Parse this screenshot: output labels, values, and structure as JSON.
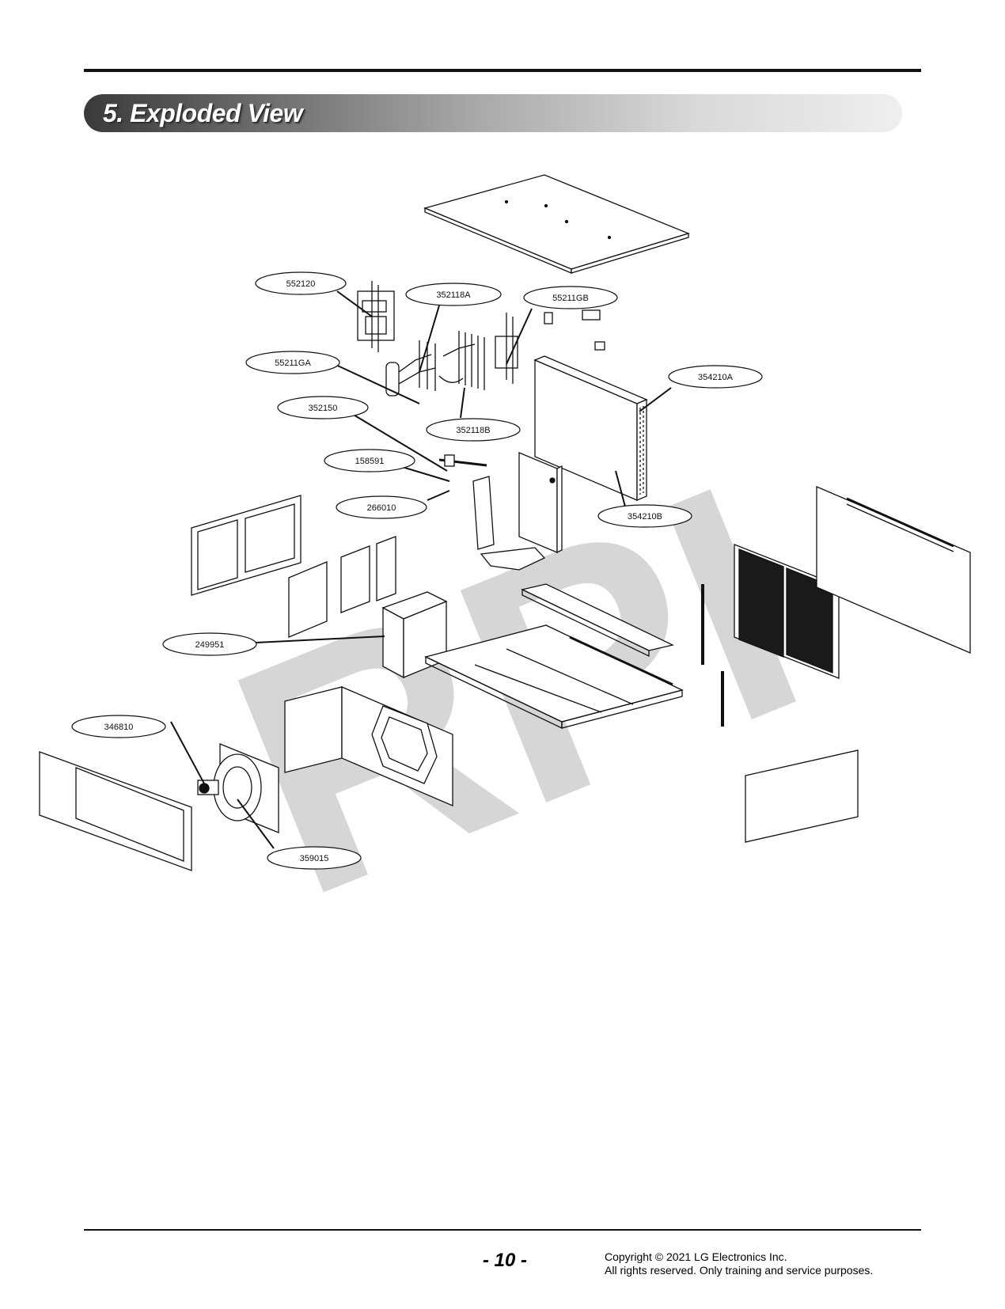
{
  "header": {
    "section_title": "5. Exploded View"
  },
  "diagram": {
    "watermark": "RPI",
    "callouts": [
      {
        "id": "552120",
        "label": "552120"
      },
      {
        "id": "352118A",
        "label": "352118A"
      },
      {
        "id": "55211GB",
        "label": "55211GB"
      },
      {
        "id": "55211GA",
        "label": "55211GA"
      },
      {
        "id": "354210A",
        "label": "354210A"
      },
      {
        "id": "352150",
        "label": "352150"
      },
      {
        "id": "352118B",
        "label": "352118B"
      },
      {
        "id": "158591",
        "label": "158591"
      },
      {
        "id": "266010",
        "label": "266010"
      },
      {
        "id": "354210B",
        "label": "354210B"
      },
      {
        "id": "249951",
        "label": "249951"
      },
      {
        "id": "346810",
        "label": "346810"
      },
      {
        "id": "359015",
        "label": "359015"
      }
    ],
    "colors": {
      "line": "#111111",
      "watermark": "#d6d6d6",
      "grille": "#1a1a1a"
    }
  },
  "footer": {
    "page_number": "- 10 -",
    "copyright_line1": "Copyright © 2021 LG Electronics Inc.",
    "copyright_line2": "All rights reserved. Only training and service purposes."
  }
}
